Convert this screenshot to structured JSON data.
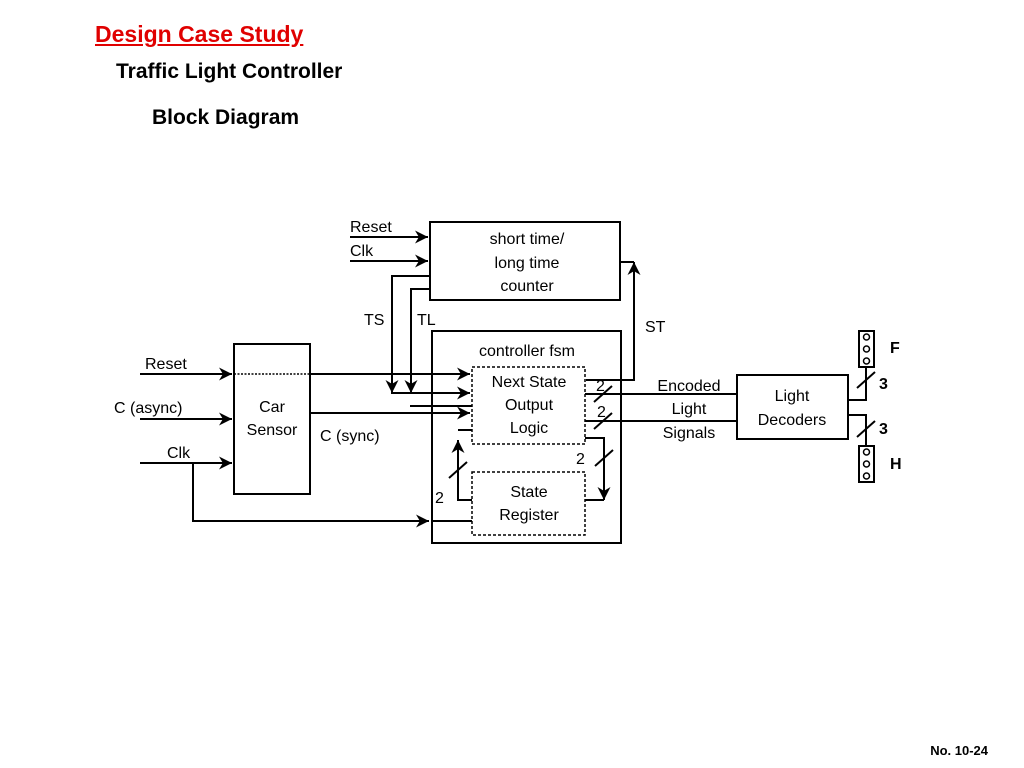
{
  "slide": {
    "title": "Design Case Study",
    "subtitle": "Traffic Light Controller",
    "section": "Block Diagram",
    "page_number": "No. 10-24"
  },
  "diagram": {
    "counter": {
      "lines": [
        "short time/",
        "long time",
        "counter"
      ],
      "in_reset": "Reset",
      "in_clk": "Clk"
    },
    "signals": {
      "ts": "TS",
      "tl": "TL",
      "st": "ST"
    },
    "car_sensor": {
      "lines": [
        "Car",
        "Sensor"
      ],
      "in_reset": "Reset",
      "in_async": "C (async)",
      "in_clk": "Clk",
      "out_sync": "C (sync)"
    },
    "fsm": {
      "label": "controller fsm"
    },
    "next_state": {
      "lines": [
        "Next State",
        "Output",
        "Logic"
      ]
    },
    "state_register": {
      "lines": [
        "State",
        "Register"
      ]
    },
    "bus_widths": {
      "out_a": "2",
      "out_b": "2",
      "feedback_down": "2",
      "feedback_up": "2"
    },
    "encoded": {
      "lines": [
        "Encoded",
        "Light",
        "Signals"
      ]
    },
    "decoders": {
      "lines": [
        "Light",
        "Decoders"
      ],
      "width_f": "3",
      "width_h": "3"
    },
    "lights": {
      "f": "F",
      "h": "H"
    }
  }
}
